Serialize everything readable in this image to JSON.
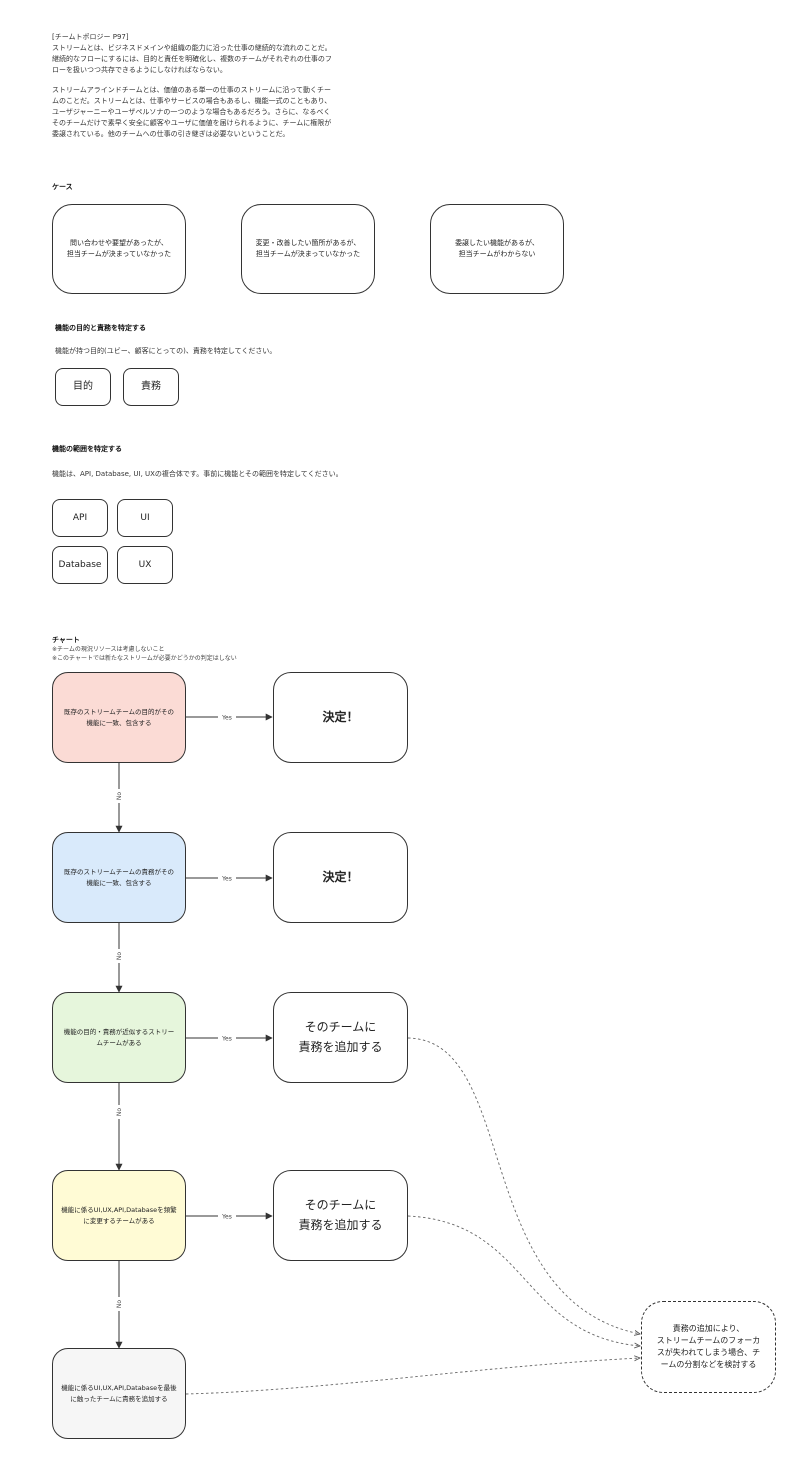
{
  "intro": {
    "p1": "[チームトポロジー P97]\nストリームとは、ビジネスドメインや組織の能力に沿った仕事の継続的な流れのことだ。\n継続的なフローにするには、目的と責任を明確化し、複数のチームがそれぞれの仕事のフ\nローを扱いつつ共存できるようにしなければならない。",
    "p2": "ストリームアラインドチームとは、価値のある単一の仕事のストリームに沿って動くチー\nムのことだ。ストリームとは、仕事やサービスの場合もあるし、機能一式のこともあり、\nユーザジャーニーやユーザペルソナの一つのような場合もあるだろう。さらに、なるべく\nそのチームだけで素早く安全に顧客やユーザに価値を届けられるように、チームに権限が\n委譲されている。他のチームへの仕事の引き継ぎは必要ないということだ。"
  },
  "cases": {
    "heading": "ケース",
    "items": [
      "問い合わせや要望があったが、\n担当チームが決まっていなかった",
      "変更・改善したい箇所があるが、\n担当チームが決まっていなかった",
      "委譲したい機能があるが、\n担当チームがわからない"
    ]
  },
  "purpose": {
    "heading": "機能の目的と責務を特定する",
    "desc": "機能が持つ目的(ユビー、顧客にとっての)、責務を特定してください。",
    "tags": [
      "目的",
      "責務"
    ]
  },
  "scope": {
    "heading": "機能の範囲を特定する",
    "desc": "機能は、API, Database, UI, UXの複合体です。事前に機能とその範囲を特定してください。",
    "chips": [
      "API",
      "UI",
      "Database",
      "UX"
    ]
  },
  "chart": {
    "heading": "チャート",
    "notes": [
      "※チームの現況リソースは考慮しないこと",
      "※このチャートでは新たなストリームが必要かどうかの判定はしない"
    ],
    "yes_label": "Yes",
    "no_label": "No",
    "nodes": [
      {
        "text": "既存のストリームチームの目的がその\n機能に一致、包含する",
        "color": "#fbdbd5"
      },
      {
        "text": "既存のストリームチームの責務がその\n機能に一致、包含する",
        "color": "#d9eafb"
      },
      {
        "text": "機能の目的・責務が近似するストリー\nムチームがある",
        "color": "#e6f6dc"
      },
      {
        "text": "機能に係るUI,UX,API,Databaseを頻繁\nに変更するチームがある",
        "color": "#fffbd5"
      },
      {
        "text": "機能に係るUI,UX,API,Databaseを最後\nに触ったチームに責務を追加する",
        "color": "#f6f6f6"
      }
    ],
    "results": [
      "決定！",
      "決定！",
      "そのチームに\n責務を追加する",
      "そのチームに\n責務を追加する"
    ],
    "note_box": "責務の追加により、\nストリームチームのフォーカ\nスが失われてしまう場合、チ\nームの分割などを検討する"
  }
}
